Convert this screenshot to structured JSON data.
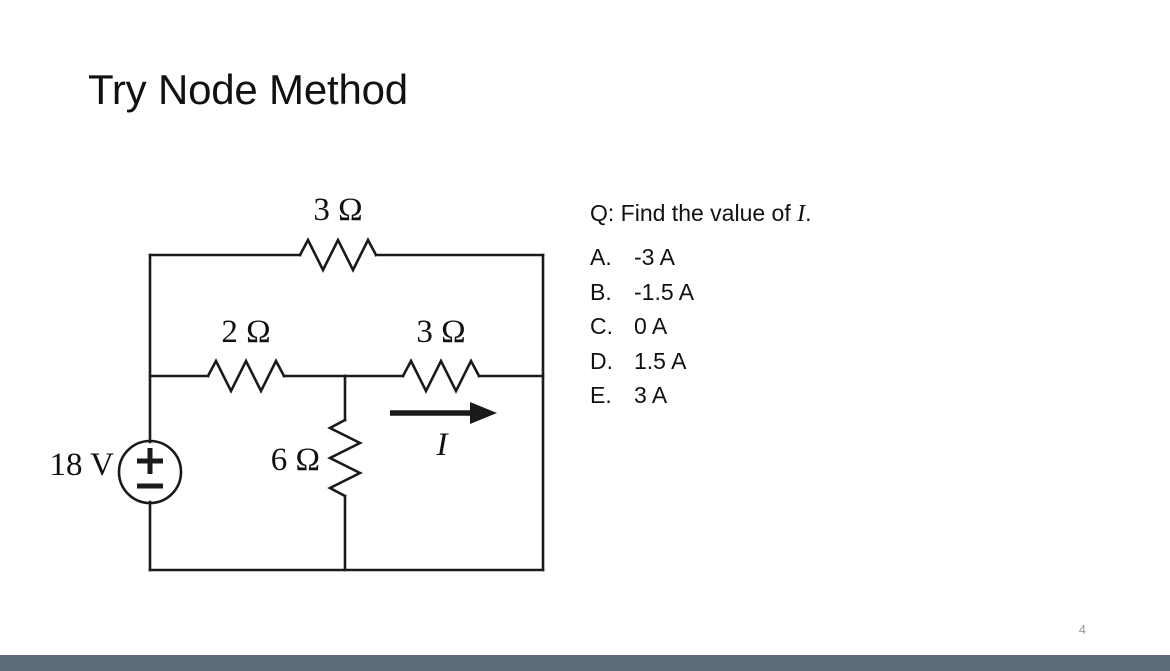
{
  "slide": {
    "title": "Try Node Method",
    "page_number": "4",
    "footer_color": "#5d6b7a",
    "background_color": "#ffffff",
    "wire_color": "#1a1a1a"
  },
  "circuit": {
    "source": {
      "label": "18 V",
      "plus": "+",
      "minus": "–",
      "name": "voltage-source"
    },
    "components": [
      {
        "id": "r-top",
        "label": "3 Ω",
        "orientation": "horizontal",
        "position": "top-branch"
      },
      {
        "id": "r-left",
        "label": "2 Ω",
        "orientation": "horizontal",
        "position": "middle-left-branch"
      },
      {
        "id": "r-right",
        "label": "3 Ω",
        "orientation": "horizontal",
        "position": "middle-right-branch"
      },
      {
        "id": "r-middle",
        "label": "6 Ω",
        "orientation": "vertical",
        "position": "center-shunt"
      }
    ],
    "current_label": "I"
  },
  "question": {
    "prefix": "Q: Find the value of",
    "variable": "I",
    "suffix": ".",
    "answers": [
      {
        "key": "A.",
        "value": "-3 A"
      },
      {
        "key": "B.",
        "value": "-1.5 A"
      },
      {
        "key": "C.",
        "value": "0 A"
      },
      {
        "key": "D.",
        "value": "1.5 A"
      },
      {
        "key": "E.",
        "value": "3 A"
      }
    ]
  }
}
